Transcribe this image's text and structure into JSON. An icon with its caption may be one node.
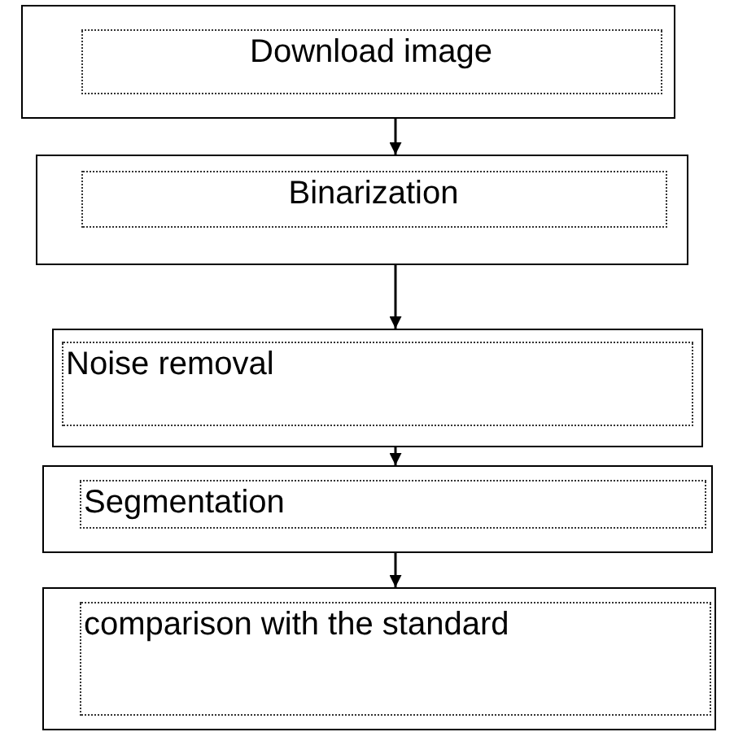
{
  "diagram": {
    "nodes": [
      {
        "text": [],
        "shape": "box"
      },
      {
        "text": [
          "Download image"
        ],
        "in": 0
      },
      {
        "text": [],
        "shape": "box"
      },
      {
        "text": [
          "Binarization"
        ],
        "in": 2
      },
      {
        "text": [],
        "shape": "box"
      },
      {
        "text": [
          "Noise removal"
        ],
        "in": 4
      },
      {
        "text": [],
        "shape": "box"
      },
      {
        "text": [
          "Segmentation"
        ],
        "in": 6
      },
      {
        "text": [],
        "shape": "box"
      },
      {
        "text": [
          "comparison with the standard"
        ],
        "in": 8
      }
    ],
    "edges": [
      {
        "from": 0,
        "to": 2,
        "arrow": "to"
      },
      {
        "from": 2,
        "to": 4,
        "arrow": "to"
      },
      {
        "from": 4,
        "to": 6,
        "arrow": "to"
      },
      {
        "from": 6,
        "to": 8,
        "arrow": "to"
      }
    ]
  }
}
